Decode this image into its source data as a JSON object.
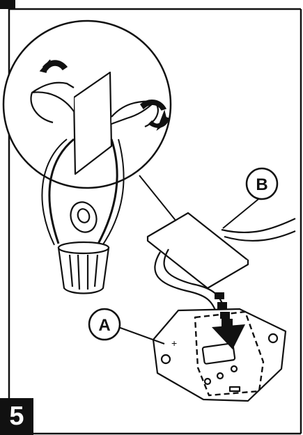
{
  "figure": {
    "step_number": "5",
    "callout_a": "A",
    "callout_b": "B"
  },
  "colors": {
    "ink": "#111111",
    "paper": "#ffffff"
  }
}
